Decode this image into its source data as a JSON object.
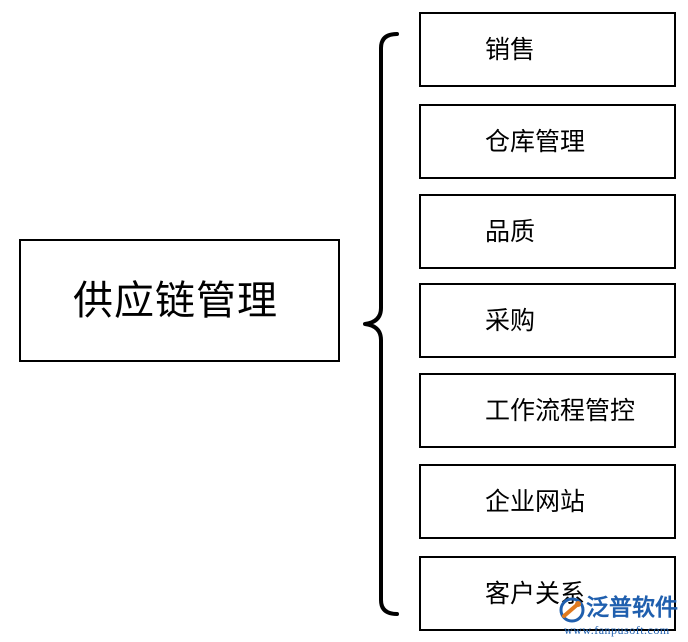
{
  "root": {
    "label": "供应链管理"
  },
  "children": [
    {
      "label": "销售"
    },
    {
      "label": "仓库管理"
    },
    {
      "label": "品质"
    },
    {
      "label": "采购"
    },
    {
      "label": "工作流程管控"
    },
    {
      "label": "企业网站"
    },
    {
      "label": "客户关系"
    }
  ],
  "watermark": {
    "name": "泛普软件",
    "url": "www.fanpusoft.com",
    "icon": "fanpu-logo-icon"
  },
  "colors": {
    "line": "#000000",
    "background": "#ffffff",
    "watermark": "#1f5fae"
  }
}
